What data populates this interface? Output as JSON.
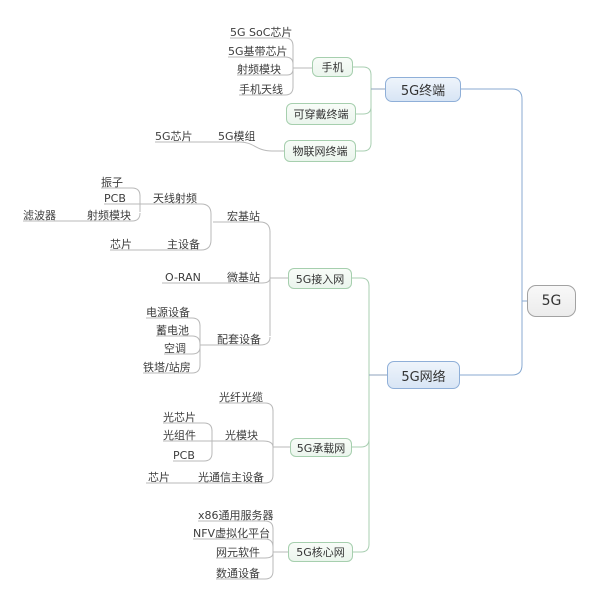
{
  "colors": {
    "branch_blue": "#88aad2",
    "branch_green": "#a9cfb2",
    "connector_gray": "#b9b9b9",
    "stub_gray_blue": "#8fa3bd",
    "blue_box_border": "#8fafd8",
    "blue_box_fill": "#dde9f7",
    "green_box_border": "#a6cfae",
    "green_box_fill": "#f0f8f1",
    "root_box_border": "#a2a2a2",
    "root_box_fill": "#f2f2f2",
    "text": "#3d3d3d"
  },
  "tree": {
    "label": "5G",
    "children": [
      {
        "label": "5G终端",
        "children": [
          {
            "label": "手机",
            "children": [
              {
                "label": "5G SoC芯片"
              },
              {
                "label": "5G基带芯片"
              },
              {
                "label": "射频模块"
              },
              {
                "label": "手机天线"
              }
            ]
          },
          {
            "label": "可穿戴终端"
          },
          {
            "label": "物联网终端",
            "children": [
              {
                "label": "5G模组",
                "children": [
                  {
                    "label": "5G芯片"
                  }
                ]
              }
            ]
          }
        ]
      },
      {
        "label": "5G网络",
        "children": [
          {
            "label": "5G接入网",
            "children": [
              {
                "label": "宏基站",
                "children": [
                  {
                    "label": "天线射频",
                    "children": [
                      {
                        "label": "振子"
                      },
                      {
                        "label": "PCB"
                      },
                      {
                        "label": "射频模块",
                        "children": [
                          {
                            "label": "滤波器"
                          }
                        ]
                      }
                    ]
                  },
                  {
                    "label": "主设备",
                    "children": [
                      {
                        "label": "芯片"
                      }
                    ]
                  }
                ]
              },
              {
                "label": "微基站",
                "children": [
                  {
                    "label": "O-RAN"
                  }
                ]
              },
              {
                "label": "配套设备",
                "children": [
                  {
                    "label": "电源设备"
                  },
                  {
                    "label": "蓄电池"
                  },
                  {
                    "label": "空调"
                  },
                  {
                    "label": "铁塔/站房"
                  }
                ]
              }
            ]
          },
          {
            "label": "5G承载网",
            "children": [
              {
                "label": "光纤光缆"
              },
              {
                "label": "光模块",
                "children": [
                  {
                    "label": "光芯片"
                  },
                  {
                    "label": "光组件"
                  },
                  {
                    "label": "PCB"
                  }
                ]
              },
              {
                "label": "光通信主设备",
                "children": [
                  {
                    "label": "芯片"
                  }
                ]
              }
            ]
          },
          {
            "label": "5G核心网",
            "children": [
              {
                "label": "x86通用服务器"
              },
              {
                "label": "NFV虚拟化平台"
              },
              {
                "label": "网元软件"
              },
              {
                "label": "数通设备"
              }
            ]
          }
        ]
      }
    ]
  }
}
